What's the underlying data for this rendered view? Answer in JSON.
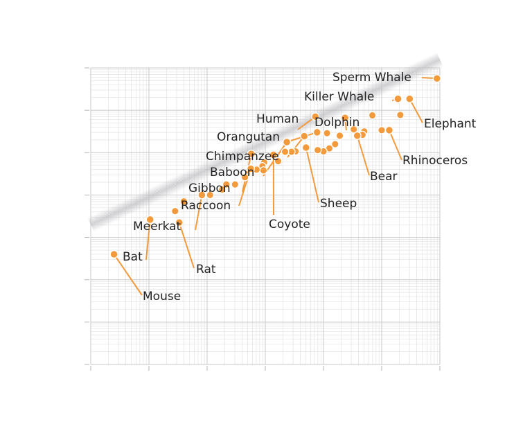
{
  "chart_data": {
    "type": "scatter",
    "title": "",
    "xlabel": "",
    "ylabel": "",
    "x_scale": "log",
    "y_scale": "log",
    "xlim_log10": [
      -2,
      4
    ],
    "ylim_log10": [
      -2,
      5
    ],
    "grid": true,
    "point_color": "#f39a3c",
    "trend_color": "#b8b8bd",
    "trend_line_log10": {
      "from": [
        -2,
        1.3
      ],
      "to": [
        4,
        5.2
      ]
    },
    "labeled_points": [
      {
        "label": "Sperm Whale",
        "x": 3.95,
        "y": 4.75
      },
      {
        "label": "Killer Whale",
        "x": 3.28,
        "y": 4.27
      },
      {
        "label": "Elephant",
        "x": 3.48,
        "y": 4.27
      },
      {
        "label": "Human",
        "x": 1.86,
        "y": 3.85
      },
      {
        "label": "Dolphin",
        "x": 2.37,
        "y": 3.82
      },
      {
        "label": "Orangutan",
        "x": 1.89,
        "y": 3.48
      },
      {
        "label": "Chimpanzee",
        "x": 1.67,
        "y": 3.39
      },
      {
        "label": "Rhinoceros",
        "x": 3.13,
        "y": 3.53
      },
      {
        "label": "Bear",
        "x": 2.58,
        "y": 3.4
      },
      {
        "label": "Baboon",
        "x": 1.37,
        "y": 3.25
      },
      {
        "label": "Sheep",
        "x": 1.7,
        "y": 3.12
      },
      {
        "label": "Gibbon",
        "x": 0.76,
        "y": 2.97
      },
      {
        "label": "Raccoon",
        "x": 0.75,
        "y": 2.62
      },
      {
        "label": "Coyote",
        "x": 1.14,
        "y": 2.95
      },
      {
        "label": "Meerkat",
        "x": -0.09,
        "y": 2.0
      },
      {
        "label": "Bat",
        "x": -0.98,
        "y": 1.42
      },
      {
        "label": "Rat",
        "x": -0.48,
        "y": 1.35
      },
      {
        "label": "Mouse",
        "x": -1.6,
        "y": 0.6
      }
    ],
    "unlabeled_points": [
      {
        "x": 3.32,
        "y": 3.89
      },
      {
        "x": 2.84,
        "y": 3.88
      },
      {
        "x": 3.0,
        "y": 3.53
      },
      {
        "x": 2.52,
        "y": 3.55
      },
      {
        "x": 2.7,
        "y": 3.5
      },
      {
        "x": 2.67,
        "y": 3.42
      },
      {
        "x": 2.06,
        "y": 3.46
      },
      {
        "x": 2.28,
        "y": 3.4
      },
      {
        "x": 2.2,
        "y": 3.2
      },
      {
        "x": 2.1,
        "y": 3.1
      },
      {
        "x": 2.0,
        "y": 3.03
      },
      {
        "x": 1.9,
        "y": 3.06
      },
      {
        "x": 1.52,
        "y": 3.03
      },
      {
        "x": 1.45,
        "y": 3.02
      },
      {
        "x": 1.34,
        "y": 3.02
      },
      {
        "x": 1.22,
        "y": 2.8
      },
      {
        "x": 0.98,
        "y": 2.77
      },
      {
        "x": 0.95,
        "y": 2.68
      },
      {
        "x": 0.97,
        "y": 2.58
      },
      {
        "x": 0.85,
        "y": 2.6
      },
      {
        "x": 0.65,
        "y": 2.42
      },
      {
        "x": 0.48,
        "y": 2.25
      },
      {
        "x": 0.33,
        "y": 2.25
      },
      {
        "x": 0.26,
        "y": 2.13
      },
      {
        "x": 0.05,
        "y": 2.0
      },
      {
        "x": -0.4,
        "y": 1.85
      },
      {
        "x": -0.55,
        "y": 1.62
      }
    ]
  }
}
